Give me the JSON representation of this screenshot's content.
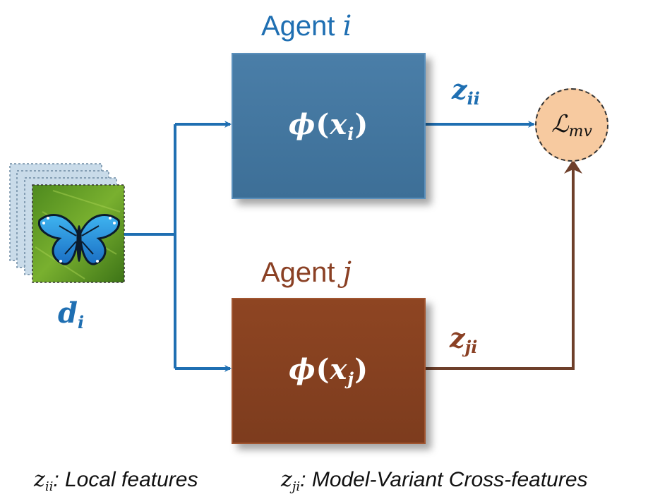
{
  "agent_i": {
    "title": "Agent",
    "index": "i",
    "function": "ϕ",
    "input": "x",
    "input_sub": "i",
    "color": "#3d6f97"
  },
  "agent_j": {
    "title": "Agent",
    "index": "j",
    "function": "ϕ",
    "input": "x",
    "input_sub": "j",
    "color": "#7d3c1e"
  },
  "data_input": {
    "symbol": "d",
    "sub": "i",
    "image": "butterfly-icon"
  },
  "outputs": {
    "z_ii": {
      "symbol": "z",
      "sub": "ii"
    },
    "z_ji": {
      "symbol": "z",
      "sub": "ji"
    }
  },
  "loss": {
    "symbol": "ℒ",
    "sub": "mv",
    "color": "#f7caa0"
  },
  "legend": {
    "local": {
      "symbol": "z",
      "sub": "ii",
      "desc": ": Local features"
    },
    "cross": {
      "symbol": "z",
      "sub": "ji",
      "desc": ": Model-Variant Cross-features"
    }
  },
  "colors": {
    "blue": "#1f6fb2",
    "brown": "#6e3f2a"
  }
}
